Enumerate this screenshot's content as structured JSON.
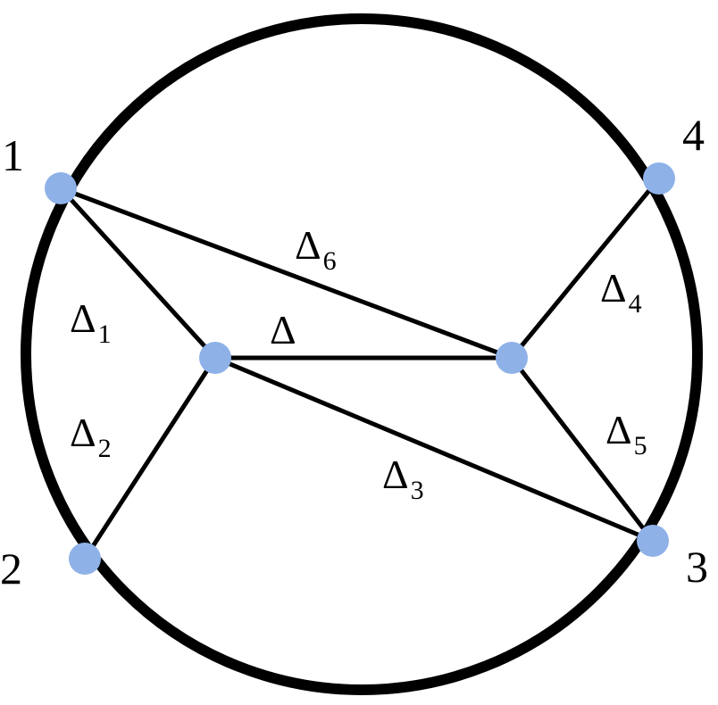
{
  "colors": {
    "stroke": "#000000",
    "node_fill": "#8eb1e8",
    "background": "#ffffff"
  },
  "external_labels": {
    "p1": "1",
    "p2": "2",
    "p3": "3",
    "p4": "4"
  },
  "edge_labels": {
    "center": {
      "symbol": "Δ",
      "sub": ""
    },
    "d1": {
      "symbol": "Δ",
      "sub": "1"
    },
    "d2": {
      "symbol": "Δ",
      "sub": "2"
    },
    "d3": {
      "symbol": "Δ",
      "sub": "3"
    },
    "d4": {
      "symbol": "Δ",
      "sub": "4"
    },
    "d5": {
      "symbol": "Δ",
      "sub": "5"
    },
    "d6": {
      "symbol": "Δ",
      "sub": "6"
    }
  }
}
